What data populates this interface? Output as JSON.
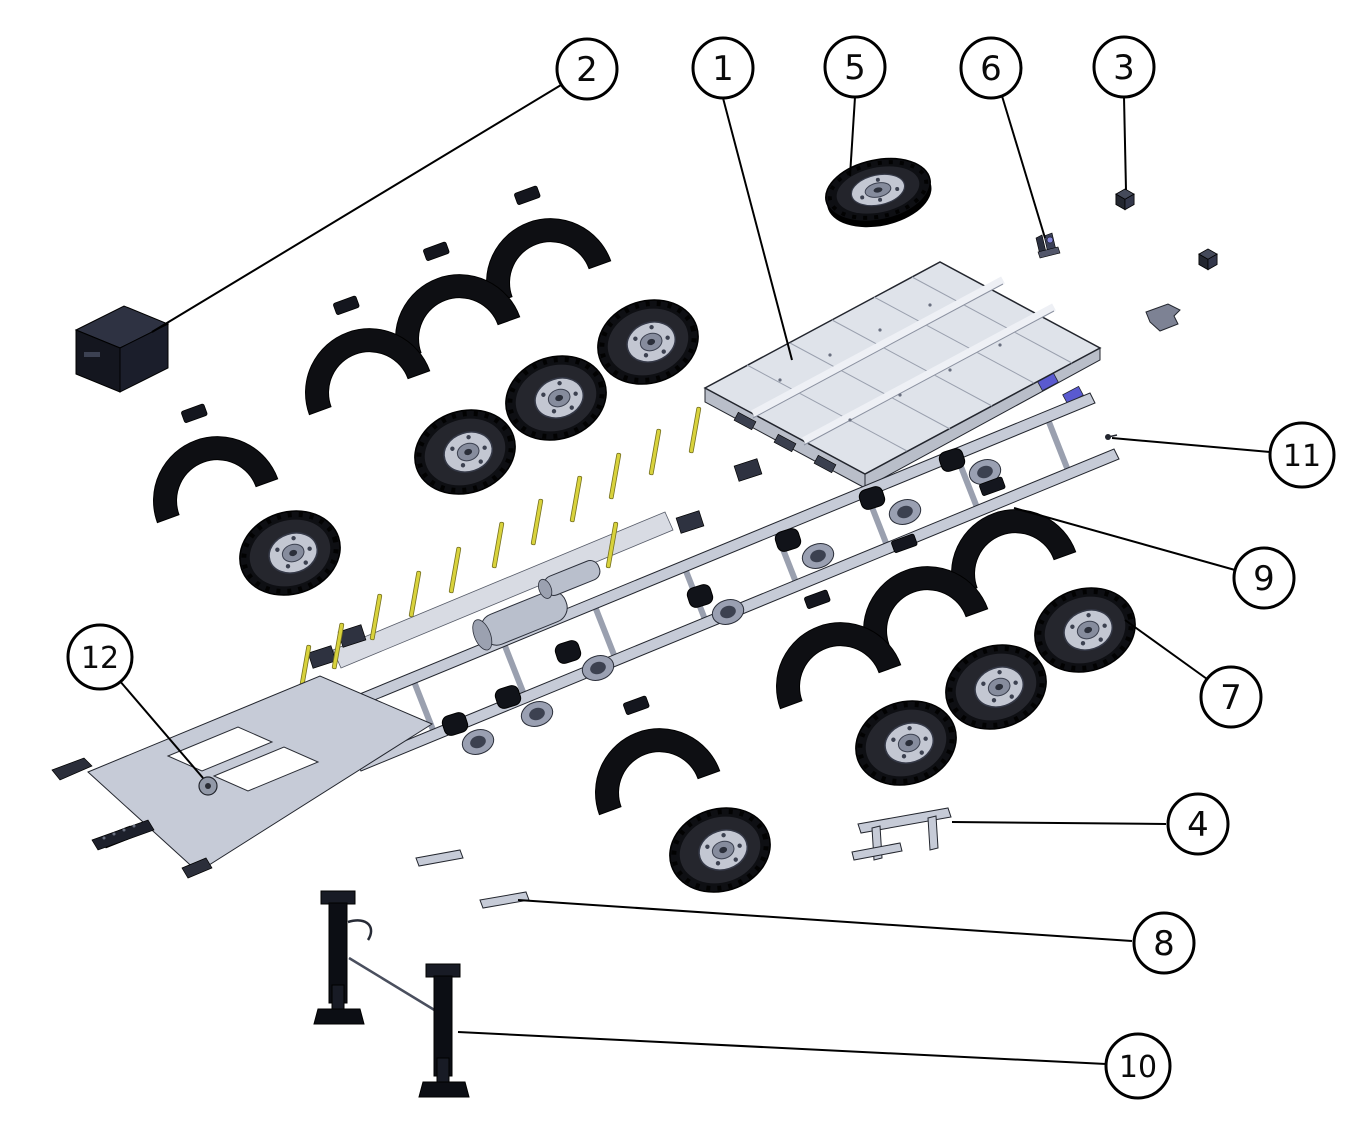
{
  "callouts": [
    {
      "label": "1"
    },
    {
      "label": "2"
    },
    {
      "label": "3"
    },
    {
      "label": "4"
    },
    {
      "label": "5"
    },
    {
      "label": "6"
    },
    {
      "label": "7"
    },
    {
      "label": "8"
    },
    {
      "label": "9"
    },
    {
      "label": "10"
    },
    {
      "label": "11"
    },
    {
      "label": "12"
    }
  ],
  "colors": {
    "background": "#ffffff",
    "line": "#000000",
    "deck": "#dfe3ea",
    "metal": "#c6cbd7",
    "rim": "#c3c7d2",
    "tire": "#0e0f13",
    "dark_part": "#0c0e14",
    "bolt_yellow": "#d8d23c",
    "accent_blue": "#5a5ad0"
  }
}
